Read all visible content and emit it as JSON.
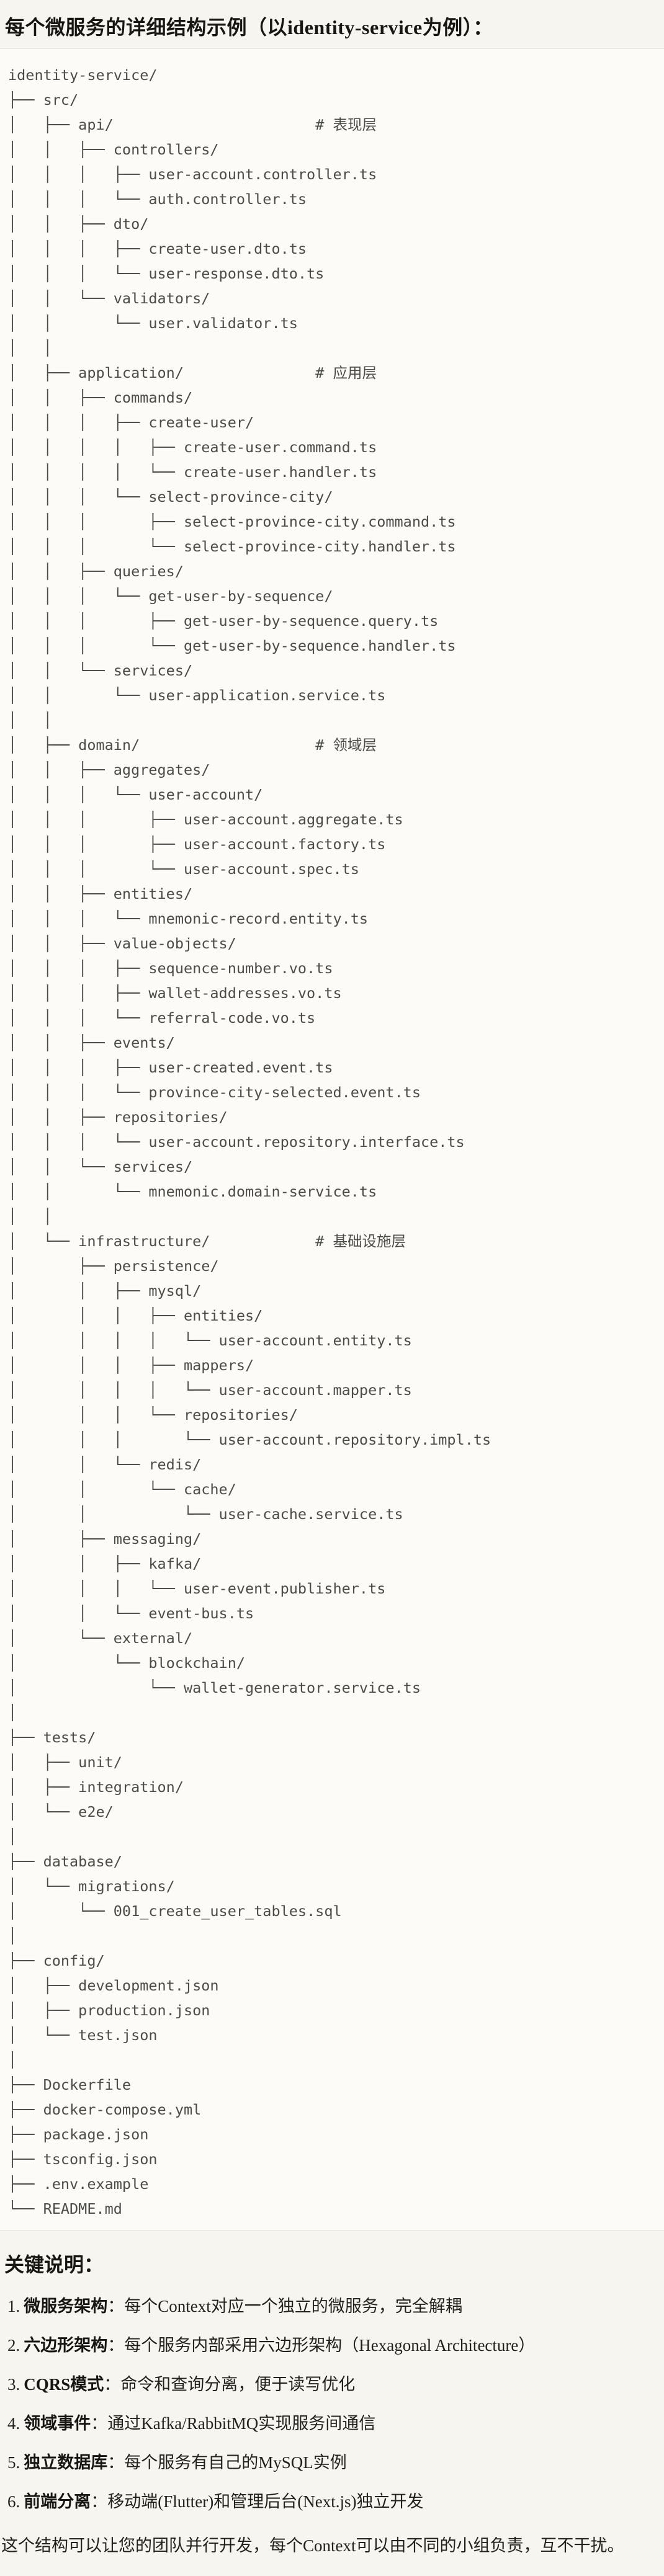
{
  "title": "每个微服务的详细结构示例（以identity-service为例）：",
  "colors": {
    "page_bg": "#f7f5f0",
    "code_bg": "#fcfbf7",
    "code_border": "#e6e4dc",
    "tree_text": "#4c4c47",
    "body_text": "#23211c"
  },
  "tree": {
    "lines": [
      "identity-service/",
      "├── src/",
      "│   ├── api/                       # 表现层",
      "│   │   ├── controllers/",
      "│   │   │   ├── user-account.controller.ts",
      "│   │   │   └── auth.controller.ts",
      "│   │   ├── dto/",
      "│   │   │   ├── create-user.dto.ts",
      "│   │   │   └── user-response.dto.ts",
      "│   │   └── validators/",
      "│   │       └── user.validator.ts",
      "│   │",
      "│   ├── application/               # 应用层",
      "│   │   ├── commands/",
      "│   │   │   ├── create-user/",
      "│   │   │   │   ├── create-user.command.ts",
      "│   │   │   │   └── create-user.handler.ts",
      "│   │   │   └── select-province-city/",
      "│   │   │       ├── select-province-city.command.ts",
      "│   │   │       └── select-province-city.handler.ts",
      "│   │   ├── queries/",
      "│   │   │   └── get-user-by-sequence/",
      "│   │   │       ├── get-user-by-sequence.query.ts",
      "│   │   │       └── get-user-by-sequence.handler.ts",
      "│   │   └── services/",
      "│   │       └── user-application.service.ts",
      "│   │",
      "│   ├── domain/                    # 领域层",
      "│   │   ├── aggregates/",
      "│   │   │   └── user-account/",
      "│   │   │       ├── user-account.aggregate.ts",
      "│   │   │       ├── user-account.factory.ts",
      "│   │   │       └── user-account.spec.ts",
      "│   │   ├── entities/",
      "│   │   │   └── mnemonic-record.entity.ts",
      "│   │   ├── value-objects/",
      "│   │   │   ├── sequence-number.vo.ts",
      "│   │   │   ├── wallet-addresses.vo.ts",
      "│   │   │   └── referral-code.vo.ts",
      "│   │   ├── events/",
      "│   │   │   ├── user-created.event.ts",
      "│   │   │   └── province-city-selected.event.ts",
      "│   │   ├── repositories/",
      "│   │   │   └── user-account.repository.interface.ts",
      "│   │   └── services/",
      "│   │       └── mnemonic.domain-service.ts",
      "│   │",
      "│   └── infrastructure/            # 基础设施层",
      "│       ├── persistence/",
      "│       │   ├── mysql/",
      "│       │   │   ├── entities/",
      "│       │   │   │   └── user-account.entity.ts",
      "│       │   │   ├── mappers/",
      "│       │   │   │   └── user-account.mapper.ts",
      "│       │   │   └── repositories/",
      "│       │   │       └── user-account.repository.impl.ts",
      "│       │   └── redis/",
      "│       │       └── cache/",
      "│       │           └── user-cache.service.ts",
      "│       ├── messaging/",
      "│       │   ├── kafka/",
      "│       │   │   └── user-event.publisher.ts",
      "│       │   └── event-bus.ts",
      "│       └── external/",
      "│           └── blockchain/",
      "│               └── wallet-generator.service.ts",
      "│",
      "├── tests/",
      "│   ├── unit/",
      "│   ├── integration/",
      "│   └── e2e/",
      "│",
      "├── database/",
      "│   └── migrations/",
      "│       └── 001_create_user_tables.sql",
      "│",
      "├── config/",
      "│   ├── development.json",
      "│   ├── production.json",
      "│   └── test.json",
      "│",
      "├── Dockerfile",
      "├── docker-compose.yml",
      "├── package.json",
      "├── tsconfig.json",
      "├── .env.example",
      "└── README.md"
    ]
  },
  "notes": {
    "heading": "关键说明：",
    "items": [
      {
        "num": "1.",
        "label": "微服务架构",
        "body": "：每个Context对应一个独立的微服务，完全解耦"
      },
      {
        "num": "2.",
        "label": "六边形架构",
        "body": "：每个服务内部采用六边形架构（Hexagonal Architecture）"
      },
      {
        "num": "3.",
        "label": "CQRS模式",
        "body": "：命令和查询分离，便于读写优化"
      },
      {
        "num": "4.",
        "label": "领域事件",
        "body": "：通过Kafka/RabbitMQ实现服务间通信"
      },
      {
        "num": "5.",
        "label": "独立数据库",
        "body": "：每个服务有自己的MySQL实例"
      },
      {
        "num": "6.",
        "label": "前端分离",
        "body": "：移动端(Flutter)和管理后台(Next.js)独立开发"
      }
    ]
  },
  "closing": "这个结构可以让您的团队并行开发，每个Context可以由不同的小组负责，互不干扰。"
}
